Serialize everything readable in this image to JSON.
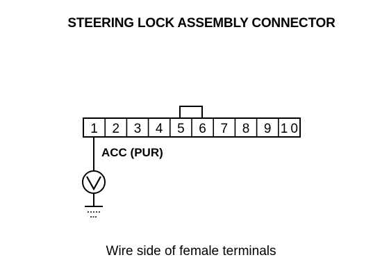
{
  "title": "STEERING LOCK ASSEMBLY CONNECTOR",
  "caption": "Wire side of female terminals",
  "connector": {
    "pins": [
      "1",
      "2",
      "3",
      "4",
      "5",
      "6",
      "7",
      "8",
      "9",
      "10"
    ]
  },
  "wire": {
    "label": "ACC (PUR)",
    "pin": "1"
  },
  "meter": {
    "symbol": "V"
  },
  "ground": {
    "icon": "ground-icon"
  }
}
